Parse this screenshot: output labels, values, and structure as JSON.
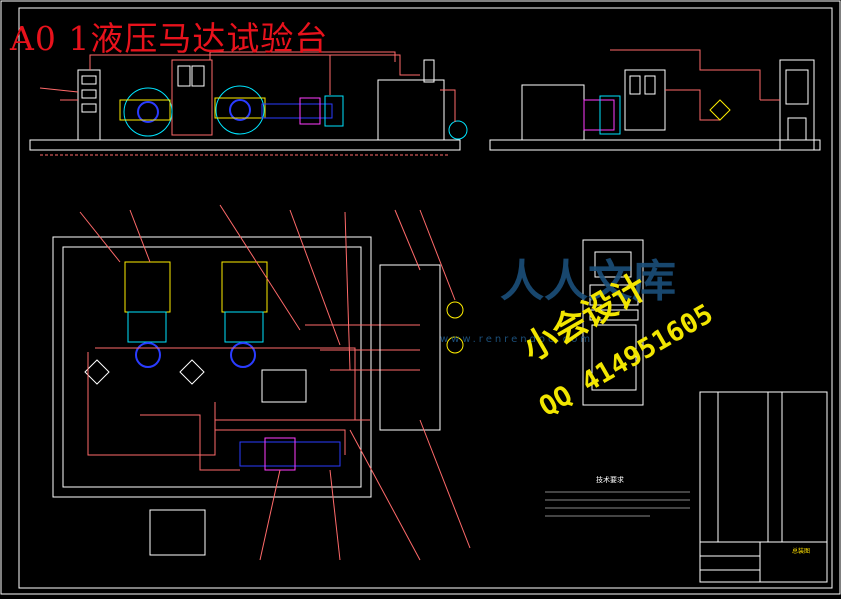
{
  "drawing": {
    "title": "A0  1液压马达试验台",
    "watermark_design": "小会设计",
    "watermark_qq": "QQ 414951605",
    "watermark_library": "人人文库",
    "watermark_url": "www.renrendoc.com",
    "notes_title": "技术要求",
    "titleblock_name": "总装图"
  },
  "colors": {
    "background": "#000000",
    "frame": "#ffffff",
    "title": "#e8121c",
    "piping": "#ff6a6a",
    "component_cyan": "#00e5ff",
    "component_yellow": "#ffee00",
    "component_magenta": "#ff3cff",
    "component_blue": "#2a3cff",
    "watermark_yellow": "#f2e600",
    "watermark_blue": "#1b4f7a"
  }
}
